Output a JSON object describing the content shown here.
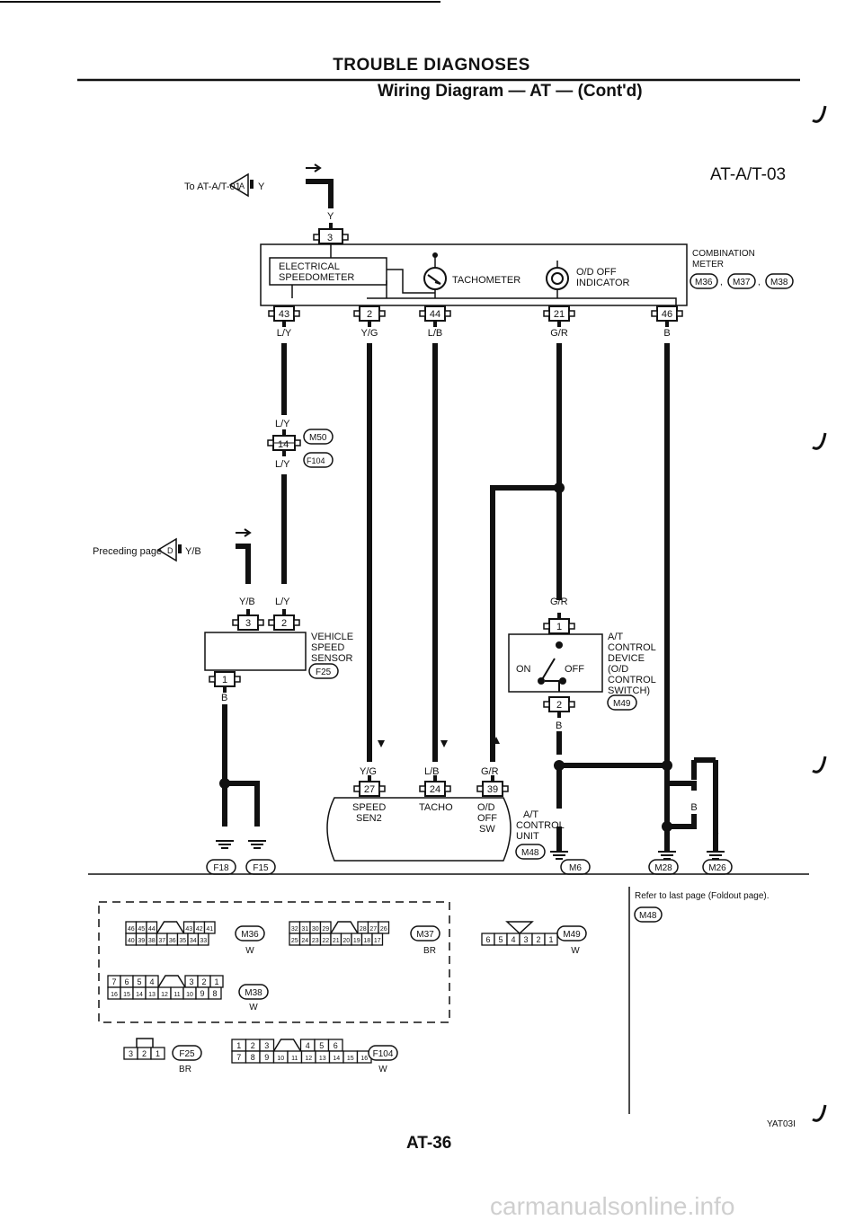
{
  "header": {
    "title": "TROUBLE DIAGNOSES",
    "subtitle": "Wiring Diagram — AT — (Cont'd)"
  },
  "diagram_id": "AT-A/T-03",
  "page_number": "AT-36",
  "figure_code": "YAT03I",
  "watermark": "carmanualsonline.info",
  "connectors_top": {
    "to_label": "To AT-A/T-01",
    "to_tag": "A",
    "to_wire": "Y",
    "wire_y": "Y",
    "pin3": "3"
  },
  "meter": {
    "speedometer": [
      "ELECTRICAL",
      "SPEEDOMETER"
    ],
    "tachometer": "TACHOMETER",
    "od_off": [
      "O/D OFF",
      "INDICATOR"
    ],
    "name": [
      "COMBINATION",
      "METER"
    ],
    "conn": [
      "M36",
      "M37",
      "M38"
    ],
    "pins": [
      "43",
      "2",
      "44",
      "21",
      "46"
    ],
    "wires": [
      "L/Y",
      "Y/G",
      "L/B",
      "G/R",
      "B"
    ]
  },
  "joint": {
    "wire_top": "L/Y",
    "pin": "14",
    "wire_bottom": "L/Y",
    "conn_a": "M50",
    "conn_b": "F104"
  },
  "preceding": {
    "label": "Preceding page",
    "tag": "D",
    "wire": "Y/B"
  },
  "vss": {
    "wires_top": [
      "Y/B",
      "L/Y"
    ],
    "pins_top": [
      "3",
      "2"
    ],
    "pin_bottom": "1",
    "wire_bottom": "B",
    "name": [
      "VEHICLE",
      "SPEED",
      "SENSOR"
    ],
    "conn": "F25"
  },
  "od_switch": {
    "wire_top": "G/R",
    "pin_top": "1",
    "pin_bottom": "2",
    "wire_bottom": "B",
    "on": "ON",
    "off": "OFF",
    "name": [
      "A/T",
      "CONTROL",
      "DEVICE",
      "(O/D",
      "CONTROL",
      "SWITCH)"
    ],
    "conn": "M49"
  },
  "atcu": {
    "wires": [
      "Y/G",
      "L/B",
      "G/R"
    ],
    "pins": [
      "27",
      "24",
      "39"
    ],
    "labels": [
      "SPEED",
      "SEN2",
      "TACHO",
      "O/D",
      "OFF",
      "SW"
    ],
    "name": [
      "A/T",
      "CONTROL",
      "UNIT"
    ],
    "conn": "M48"
  },
  "grounds": {
    "wires": [
      "B",
      "B",
      "B",
      "B",
      "B",
      "B"
    ],
    "conns": [
      "F18",
      "F15",
      "M6",
      "M28",
      "M26"
    ]
  },
  "refer": {
    "text": "Refer to last page (Foldout page).",
    "conn": "M48"
  },
  "connector_views": {
    "m36": {
      "row1": [
        "46",
        "45",
        "44",
        "43",
        "42",
        "41"
      ],
      "row2": [
        "40",
        "39",
        "38",
        "37",
        "36",
        "35",
        "34",
        "33"
      ],
      "id": "M36",
      "color": "W"
    },
    "m37": {
      "row1": [
        "32",
        "31",
        "30",
        "29",
        "28",
        "27",
        "26"
      ],
      "row2": [
        "25",
        "24",
        "23",
        "22",
        "21",
        "20",
        "19",
        "18",
        "17"
      ],
      "id": "M37",
      "color": "BR"
    },
    "m49": {
      "row1": [
        "6",
        "5",
        "4",
        "3",
        "2",
        "1"
      ],
      "id": "M49",
      "color": "W"
    },
    "m38": {
      "row1": [
        "7",
        "6",
        "5",
        "4",
        "3",
        "2",
        "1"
      ],
      "row2": [
        "16",
        "15",
        "14",
        "13",
        "12",
        "11",
        "10",
        "9",
        "8"
      ],
      "id": "M38",
      "color": "W"
    },
    "f25": {
      "row1": [
        "3",
        "2",
        "1"
      ],
      "id": "F25",
      "color": "BR"
    },
    "f104": {
      "row1": [
        "1",
        "2",
        "3",
        "4",
        "5",
        "6"
      ],
      "row2": [
        "7",
        "8",
        "9",
        "10",
        "11",
        "12",
        "13",
        "14",
        "15",
        "16"
      ],
      "id": "F104",
      "color": "W"
    }
  }
}
